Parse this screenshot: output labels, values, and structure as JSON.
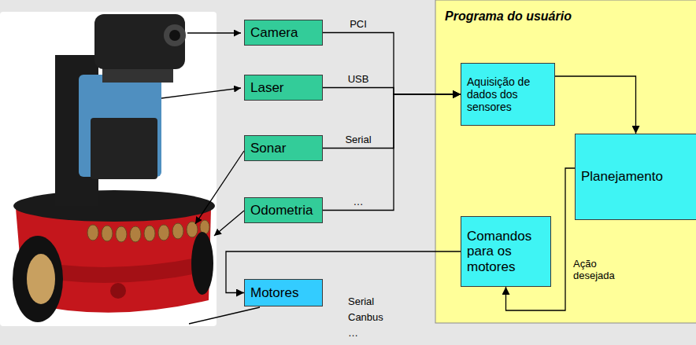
{
  "diagram": {
    "nodes": [
      {
        "text": [
          "Camera"
        ]
      },
      {
        "text": [
          "Laser"
        ]
      },
      {
        "text": [
          "Sonar"
        ]
      },
      {
        "text": [
          "Odometria"
        ]
      },
      {
        "text": [
          "Motores"
        ]
      },
      {
        "text": [
          "Programa do usuário"
        ]
      },
      {
        "text": [
          "Aquisição de dados dos sensores"
        ],
        "in": 5
      },
      {
        "text": [
          "Planejamento"
        ],
        "in": 5
      },
      {
        "text": [
          "Comandos para os motores"
        ],
        "in": 5
      }
    ],
    "edges": [
      {
        "from": 0,
        "to": 6,
        "arrow": "to",
        "label": "PCI"
      },
      {
        "from": 1,
        "to": 6,
        "arrow": "to",
        "label": "USB"
      },
      {
        "from": 2,
        "to": 6,
        "arrow": "to",
        "label": "Serial"
      },
      {
        "from": 3,
        "to": 6,
        "arrow": "to",
        "label": "…"
      },
      {
        "from": 6,
        "to": 7,
        "arrow": "to"
      },
      {
        "from": 7,
        "to": 8,
        "arrow": "to",
        "label": "Ação desejada"
      },
      {
        "from": 8,
        "to": 4,
        "arrow": "to"
      }
    ],
    "labels": [
      "Serial",
      "Canbus",
      "…"
    ]
  }
}
